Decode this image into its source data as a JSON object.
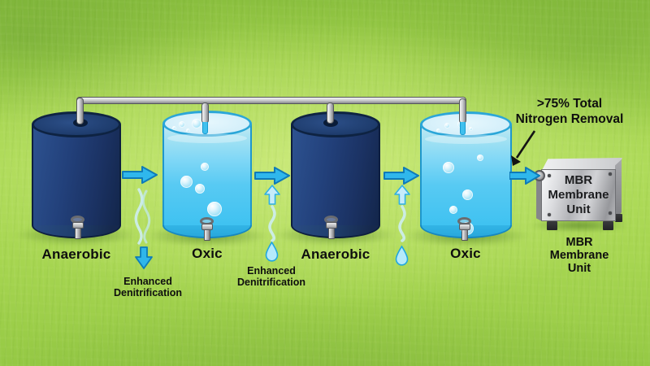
{
  "tanks": [
    {
      "label": "Anaerobic"
    },
    {
      "label": "Oxic"
    },
    {
      "label": "Anaerobic"
    },
    {
      "label": "Oxic"
    }
  ],
  "flow_labels": {
    "denit_a": {
      "line1": "Enhanced",
      "line2": "Denitrification"
    },
    "denit_b": {
      "line1": "Enhanced",
      "line2": "Denitrification"
    }
  },
  "outcome": {
    "line1": ">75% Total",
    "line2": "Nitrogen Removal"
  },
  "mbr": {
    "face_line1": "MBR",
    "face_line2": "Membrane",
    "face_line3": "Unit",
    "caption_line1": "MBR",
    "caption_line2": "Membrane",
    "caption_line3": "Unit"
  },
  "colors": {
    "flow_arrow": "#2fb7ec",
    "flow_arrow_outline": "#0f7ab8",
    "anaerobic_tank": "#1f3d6f",
    "oxic_water": "#3fc2f1",
    "pale_arrow": "#c6ecfa",
    "grass": "#a5d451",
    "pipe_metal": "#c7c8ca",
    "mbr_metal": "#c0c1c5",
    "text": "#111111"
  }
}
